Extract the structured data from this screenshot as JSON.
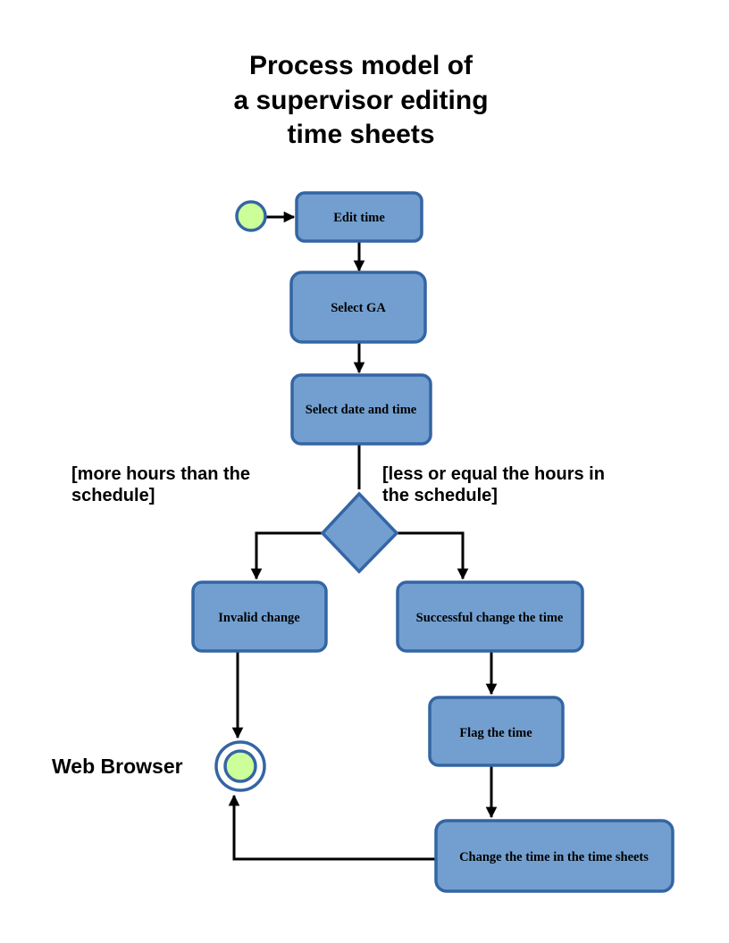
{
  "title": {
    "lines": [
      "Process model of",
      "a supervisor editing",
      "time sheets"
    ]
  },
  "nodes": {
    "edit_time": "Edit time",
    "select_ga": "Select GA",
    "select_date": "Select date and time",
    "invalid_change": "Invalid change",
    "successful_change": "Successful change the time",
    "flag_time": "Flag the time",
    "change_time": "Change the time in the time sheets"
  },
  "guards": {
    "more_hours": [
      "[more hours than the",
      "schedule]"
    ],
    "less_equal": [
      "[less or equal the hours in",
      "the schedule]"
    ]
  },
  "end_label": "Web Browser",
  "colors": {
    "activity_fill": "#729fcf",
    "activity_stroke": "#3465a4",
    "start_fill": "#ccff99",
    "line": "#000000"
  }
}
